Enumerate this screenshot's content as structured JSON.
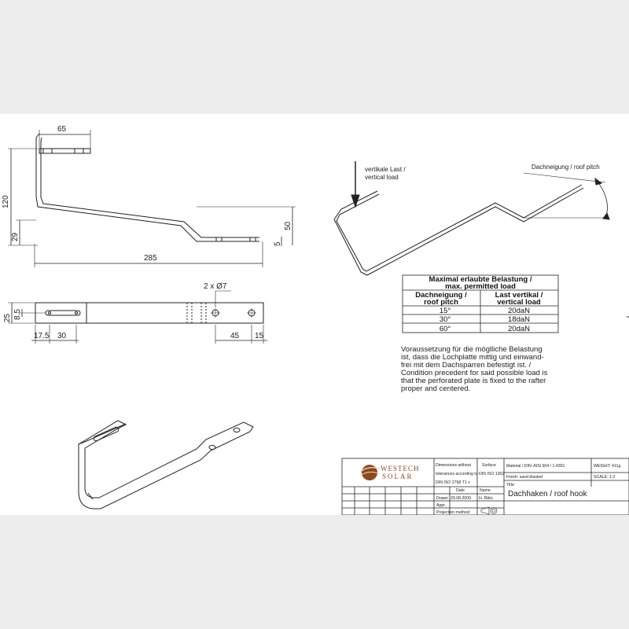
{
  "side_view": {
    "dim_top_width": "65",
    "dim_height": "120",
    "dim_29": "29",
    "dim_50": "50",
    "dim_5": "5",
    "dim_length": "285"
  },
  "plan_view": {
    "dim_25": "25",
    "dim_8_5": "8.5",
    "dim_17_5": "17.5",
    "dim_30": "30",
    "dim_holes": "2 x Ø7",
    "dim_45": "45",
    "dim_15": "15"
  },
  "load_diagram": {
    "vertical_load_line1": "vertikale Last /",
    "vertical_load_line2": "vertical load",
    "pitch_label": "Dachneigung / roof pitch"
  },
  "load_table": {
    "title_line1": "Maximal erlaubte Belastung /",
    "title_line2": "max. permitted load",
    "col1_line1": "Dachneigung /",
    "col1_line2": "roof pitch",
    "col2_line1": "Last vertikal /",
    "col2_line2": "vertical load",
    "rows": [
      {
        "pitch": "15°",
        "load": "20daN"
      },
      {
        "pitch": "30°",
        "load": "18daN"
      },
      {
        "pitch": "60°",
        "load": "20daN"
      }
    ]
  },
  "condition_note": {
    "lines": [
      "Voraussetzung für die möglliche Belastung",
      "ist, dass die Lochplatte mittig und einwand-",
      "frei mit dem Dachsparren befestigt ist. /",
      "Condition precedent for said possible load is",
      "that the perforated plate is fixed to the rafter",
      "proper and centered."
    ]
  },
  "title_block": {
    "logo_line1": "WESTECH",
    "logo_line2": "SOLAR",
    "dims_without_l1": "Dimensions without",
    "dims_without_l2": "tolerances according to",
    "dims_without_l3": "DIN ISO 2768 T1 v",
    "surface_label": "Surface",
    "surface_value": "DIN ISO 1302",
    "material": "Material / DIN: AISI 304 / 1.4301",
    "weight": "WEIGHT: 411g",
    "finish": "Finish: sand blasted",
    "scale": "SCALE: 1:2",
    "title_label": "Title:",
    "title": "Dachhaken / roof hook",
    "date_header": "Date",
    "name_header": "Name",
    "drawn_label": "Drawn",
    "drawn_date": "29.08.2009",
    "drawn_name": "H. Ribic",
    "appr_label": "Appr.",
    "projection_label": "Projection method:"
  },
  "colors": {
    "sheet": "#ffffff",
    "background": "#ededed",
    "line": "#222222",
    "logo_brown": "#8a4b22"
  }
}
